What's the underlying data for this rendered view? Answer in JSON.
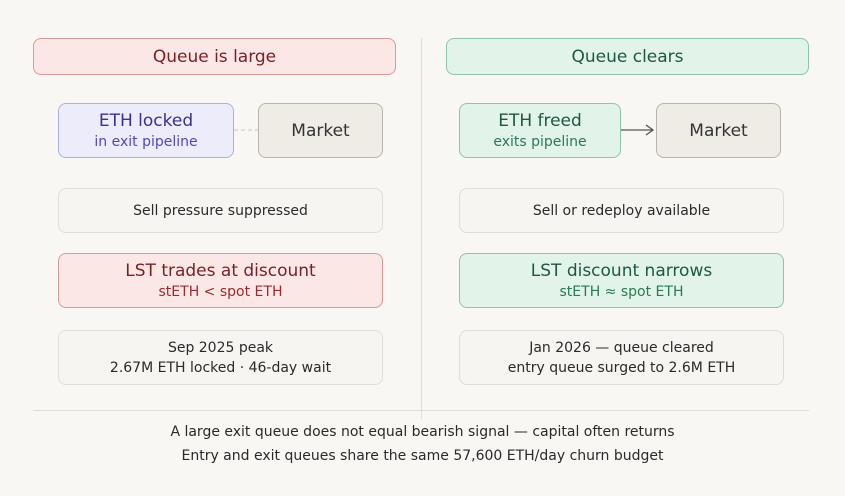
{
  "left": {
    "header": "Queue is large",
    "eth_box": {
      "title": "ETH locked",
      "subtitle": "in exit pipeline"
    },
    "market": "Market",
    "sell": "Sell pressure suppressed",
    "lst": {
      "title": "LST trades at discount",
      "subtitle": "stETH < spot ETH"
    },
    "note": {
      "line1": "Sep 2025 peak",
      "line2": "2.67M ETH locked · 46-day wait"
    }
  },
  "right": {
    "header": "Queue clears",
    "eth_box": {
      "title": "ETH freed",
      "subtitle": "exits pipeline"
    },
    "market": "Market",
    "sell": "Sell or redeploy available",
    "lst": {
      "title": "LST discount narrows",
      "subtitle": "stETH ≈ spot ETH"
    },
    "note": {
      "line1": "Jan 2026 — queue cleared",
      "line2": "entry queue surged to 2.6M ETH"
    }
  },
  "footer": {
    "line1": "A large exit queue does not equal bearish signal — capital often returns",
    "line2": "Entry and exit queues share the same 57,600 ETH/day churn budget"
  }
}
